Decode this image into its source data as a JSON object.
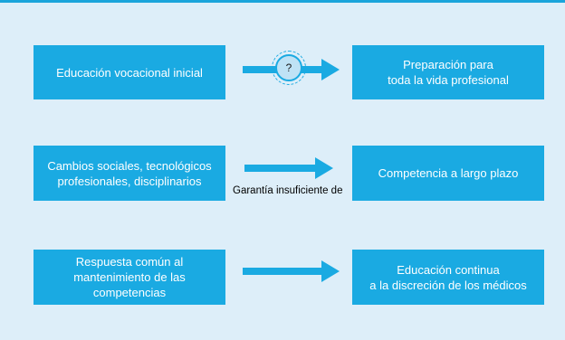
{
  "colors": {
    "box": "#1aaae2",
    "background": "#ddeef9",
    "arrow": "#1aaae2",
    "top_rule": "#1aa4db"
  },
  "rows": [
    {
      "left": "Educación vocacional inicial",
      "right": "Preparación para\ntoda la vida profesional",
      "connector": "?"
    },
    {
      "left": "Cambios sociales, tecnológicos\nprofesionales, disciplinarios",
      "right": "Competencia a largo plazo",
      "caption": "Garantía insuficiente de"
    },
    {
      "left": "Respuesta común al\nmantenimiento de las competencias",
      "right": "Educación continua\na la discreción de los médicos"
    }
  ]
}
